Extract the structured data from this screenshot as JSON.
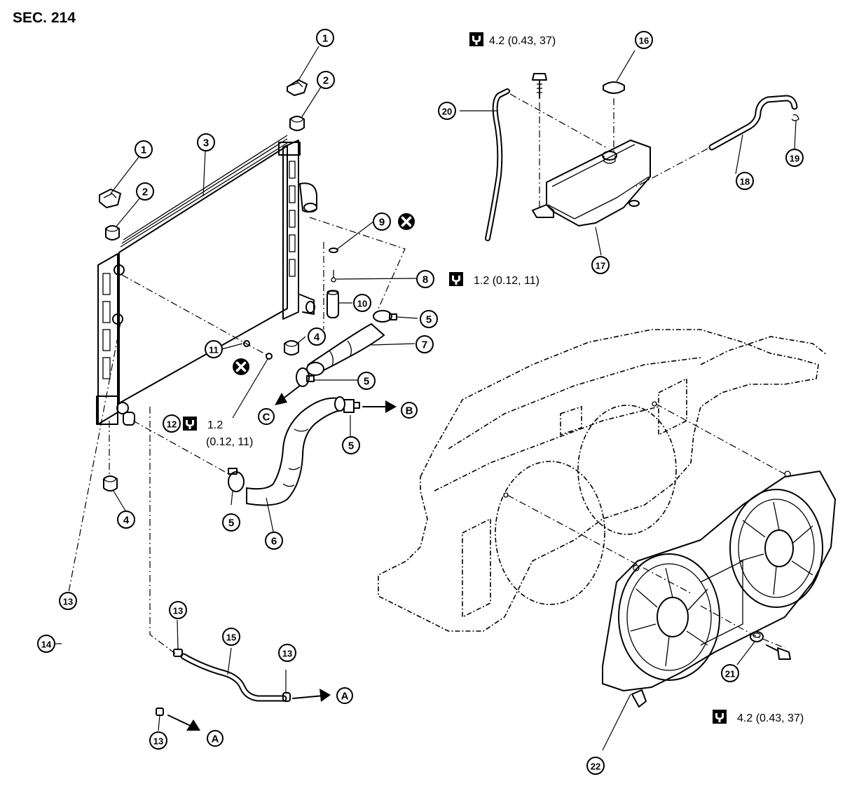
{
  "section_label": "SEC. 214",
  "callouts": [
    {
      "id": "c1a",
      "num": "1"
    },
    {
      "id": "c2a",
      "num": "2"
    },
    {
      "id": "c1b",
      "num": "1"
    },
    {
      "id": "c2b",
      "num": "2"
    },
    {
      "id": "c3",
      "num": "3"
    },
    {
      "id": "c4a",
      "num": "4"
    },
    {
      "id": "c4b",
      "num": "4"
    },
    {
      "id": "c5a",
      "num": "5"
    },
    {
      "id": "c5b",
      "num": "5"
    },
    {
      "id": "c5c",
      "num": "5"
    },
    {
      "id": "c5d",
      "num": "5"
    },
    {
      "id": "c6",
      "num": "6"
    },
    {
      "id": "c7",
      "num": "7"
    },
    {
      "id": "c8",
      "num": "8"
    },
    {
      "id": "c9",
      "num": "9"
    },
    {
      "id": "c10",
      "num": "10"
    },
    {
      "id": "c11",
      "num": "11"
    },
    {
      "id": "c12",
      "num": "12"
    },
    {
      "id": "c13a",
      "num": "13"
    },
    {
      "id": "c13b",
      "num": "13"
    },
    {
      "id": "c13c",
      "num": "13"
    },
    {
      "id": "c13d",
      "num": "13"
    },
    {
      "id": "c14",
      "num": "14"
    },
    {
      "id": "c15",
      "num": "15"
    },
    {
      "id": "c16",
      "num": "16"
    },
    {
      "id": "c17",
      "num": "17"
    },
    {
      "id": "c18",
      "num": "18"
    },
    {
      "id": "c19",
      "num": "19"
    },
    {
      "id": "c20",
      "num": "20"
    },
    {
      "id": "c21",
      "num": "21"
    },
    {
      "id": "c22",
      "num": "22"
    }
  ],
  "torque_specs": [
    {
      "id": "t_top",
      "value": "4.2 (0.43, 37)"
    },
    {
      "id": "t_mid",
      "value": "1.2 (0.12, 11)"
    },
    {
      "id": "t_12a",
      "value": "1.2"
    },
    {
      "id": "t_12b",
      "value": "(0.12, 11)"
    },
    {
      "id": "t_fan",
      "value": "4.2 (0.43, 37)"
    }
  ],
  "connector_letters": [
    {
      "id": "A1",
      "letter": "A"
    },
    {
      "id": "A2",
      "letter": "A"
    },
    {
      "id": "B1",
      "letter": "B"
    },
    {
      "id": "C1",
      "letter": "C"
    }
  ],
  "icons": {
    "torque": "torque-wrench-icon",
    "no_reuse": "x-circle-icon"
  }
}
